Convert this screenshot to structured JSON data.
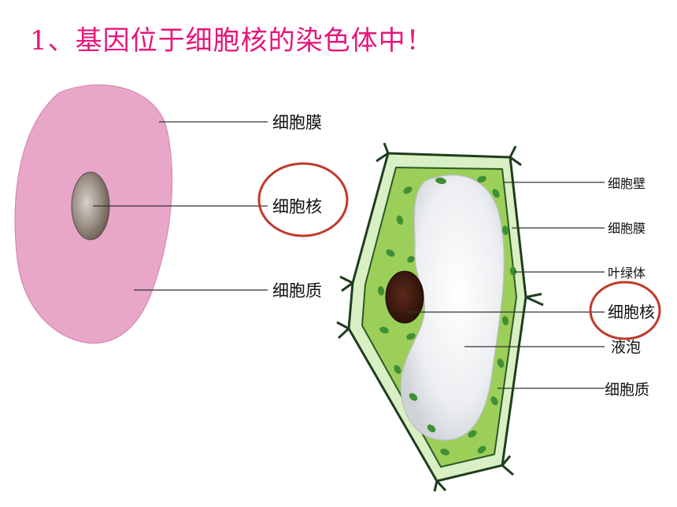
{
  "title": "1、基因位于细胞核的染色体中！",
  "animal_cell": {
    "labels": {
      "membrane": "细胞膜",
      "nucleus": "细胞核",
      "cytoplasm": "细胞质"
    }
  },
  "plant_cell": {
    "labels": {
      "cell_wall": "细胞壁",
      "membrane": "细胞膜",
      "chloroplast": "叶绿体",
      "nucleus": "细胞核",
      "vacuole": "液泡",
      "cytoplasm": "细胞质"
    }
  },
  "colors": {
    "title": "#e8157a",
    "highlight_circle": "#c0392b",
    "animal_cell_fill": "#e8a6c8",
    "plant_cytoplasm": "#9ccf5a",
    "plant_wall": "#d9efc4",
    "chloroplast": "#3f8f35",
    "vacuole": "#e9ebee"
  }
}
